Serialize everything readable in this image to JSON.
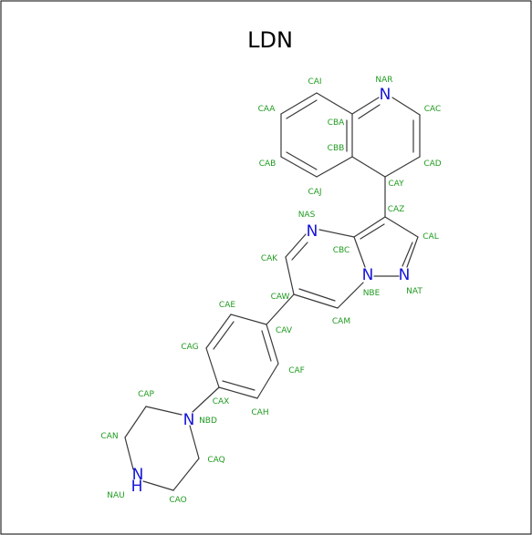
{
  "title": "LDN",
  "colors": {
    "bond": "#3a3a3a",
    "label": "#1f9b1f",
    "heteroatom": "#1414d8",
    "border": "#000000"
  },
  "heteroatoms": [
    {
      "id": "NAR",
      "symbol": "N"
    },
    {
      "id": "NAS",
      "symbol": "N"
    },
    {
      "id": "NBE",
      "symbol": "N"
    },
    {
      "id": "NAT",
      "symbol": "N"
    },
    {
      "id": "NBD",
      "symbol": "N"
    },
    {
      "id": "NAU",
      "symbol": "H"
    },
    {
      "id": "NAU_N",
      "symbol": "N"
    }
  ],
  "atom_labels": [
    "CAI",
    "NAR",
    "CAA",
    "CBA",
    "CAC",
    "CBB",
    "CAB",
    "CAD",
    "CAJ",
    "CAY",
    "NAS",
    "CAZ",
    "CAL",
    "CAK",
    "CBC",
    "NBE",
    "NAT",
    "CAW",
    "CAE",
    "CAM",
    "CAV",
    "CAG",
    "CAF",
    "CAP",
    "CAX",
    "CAH",
    "NBD",
    "CAN",
    "CAQ",
    "NAU",
    "CAO"
  ]
}
